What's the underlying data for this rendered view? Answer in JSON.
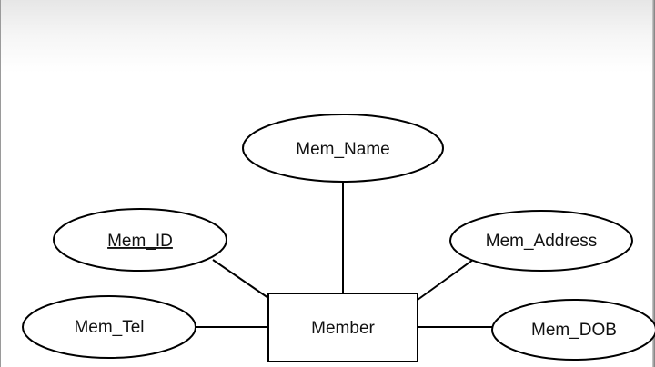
{
  "diagram": {
    "entity": {
      "label": "Member"
    },
    "attributes": [
      {
        "id": "name",
        "label": "Mem_Name",
        "is_key": false
      },
      {
        "id": "id",
        "label": "Mem_ID",
        "is_key": true
      },
      {
        "id": "address",
        "label": "Mem_Address",
        "is_key": false
      },
      {
        "id": "tel",
        "label": "Mem_Tel",
        "is_key": false
      },
      {
        "id": "dob",
        "label": "Mem_DOB",
        "is_key": false
      }
    ]
  }
}
